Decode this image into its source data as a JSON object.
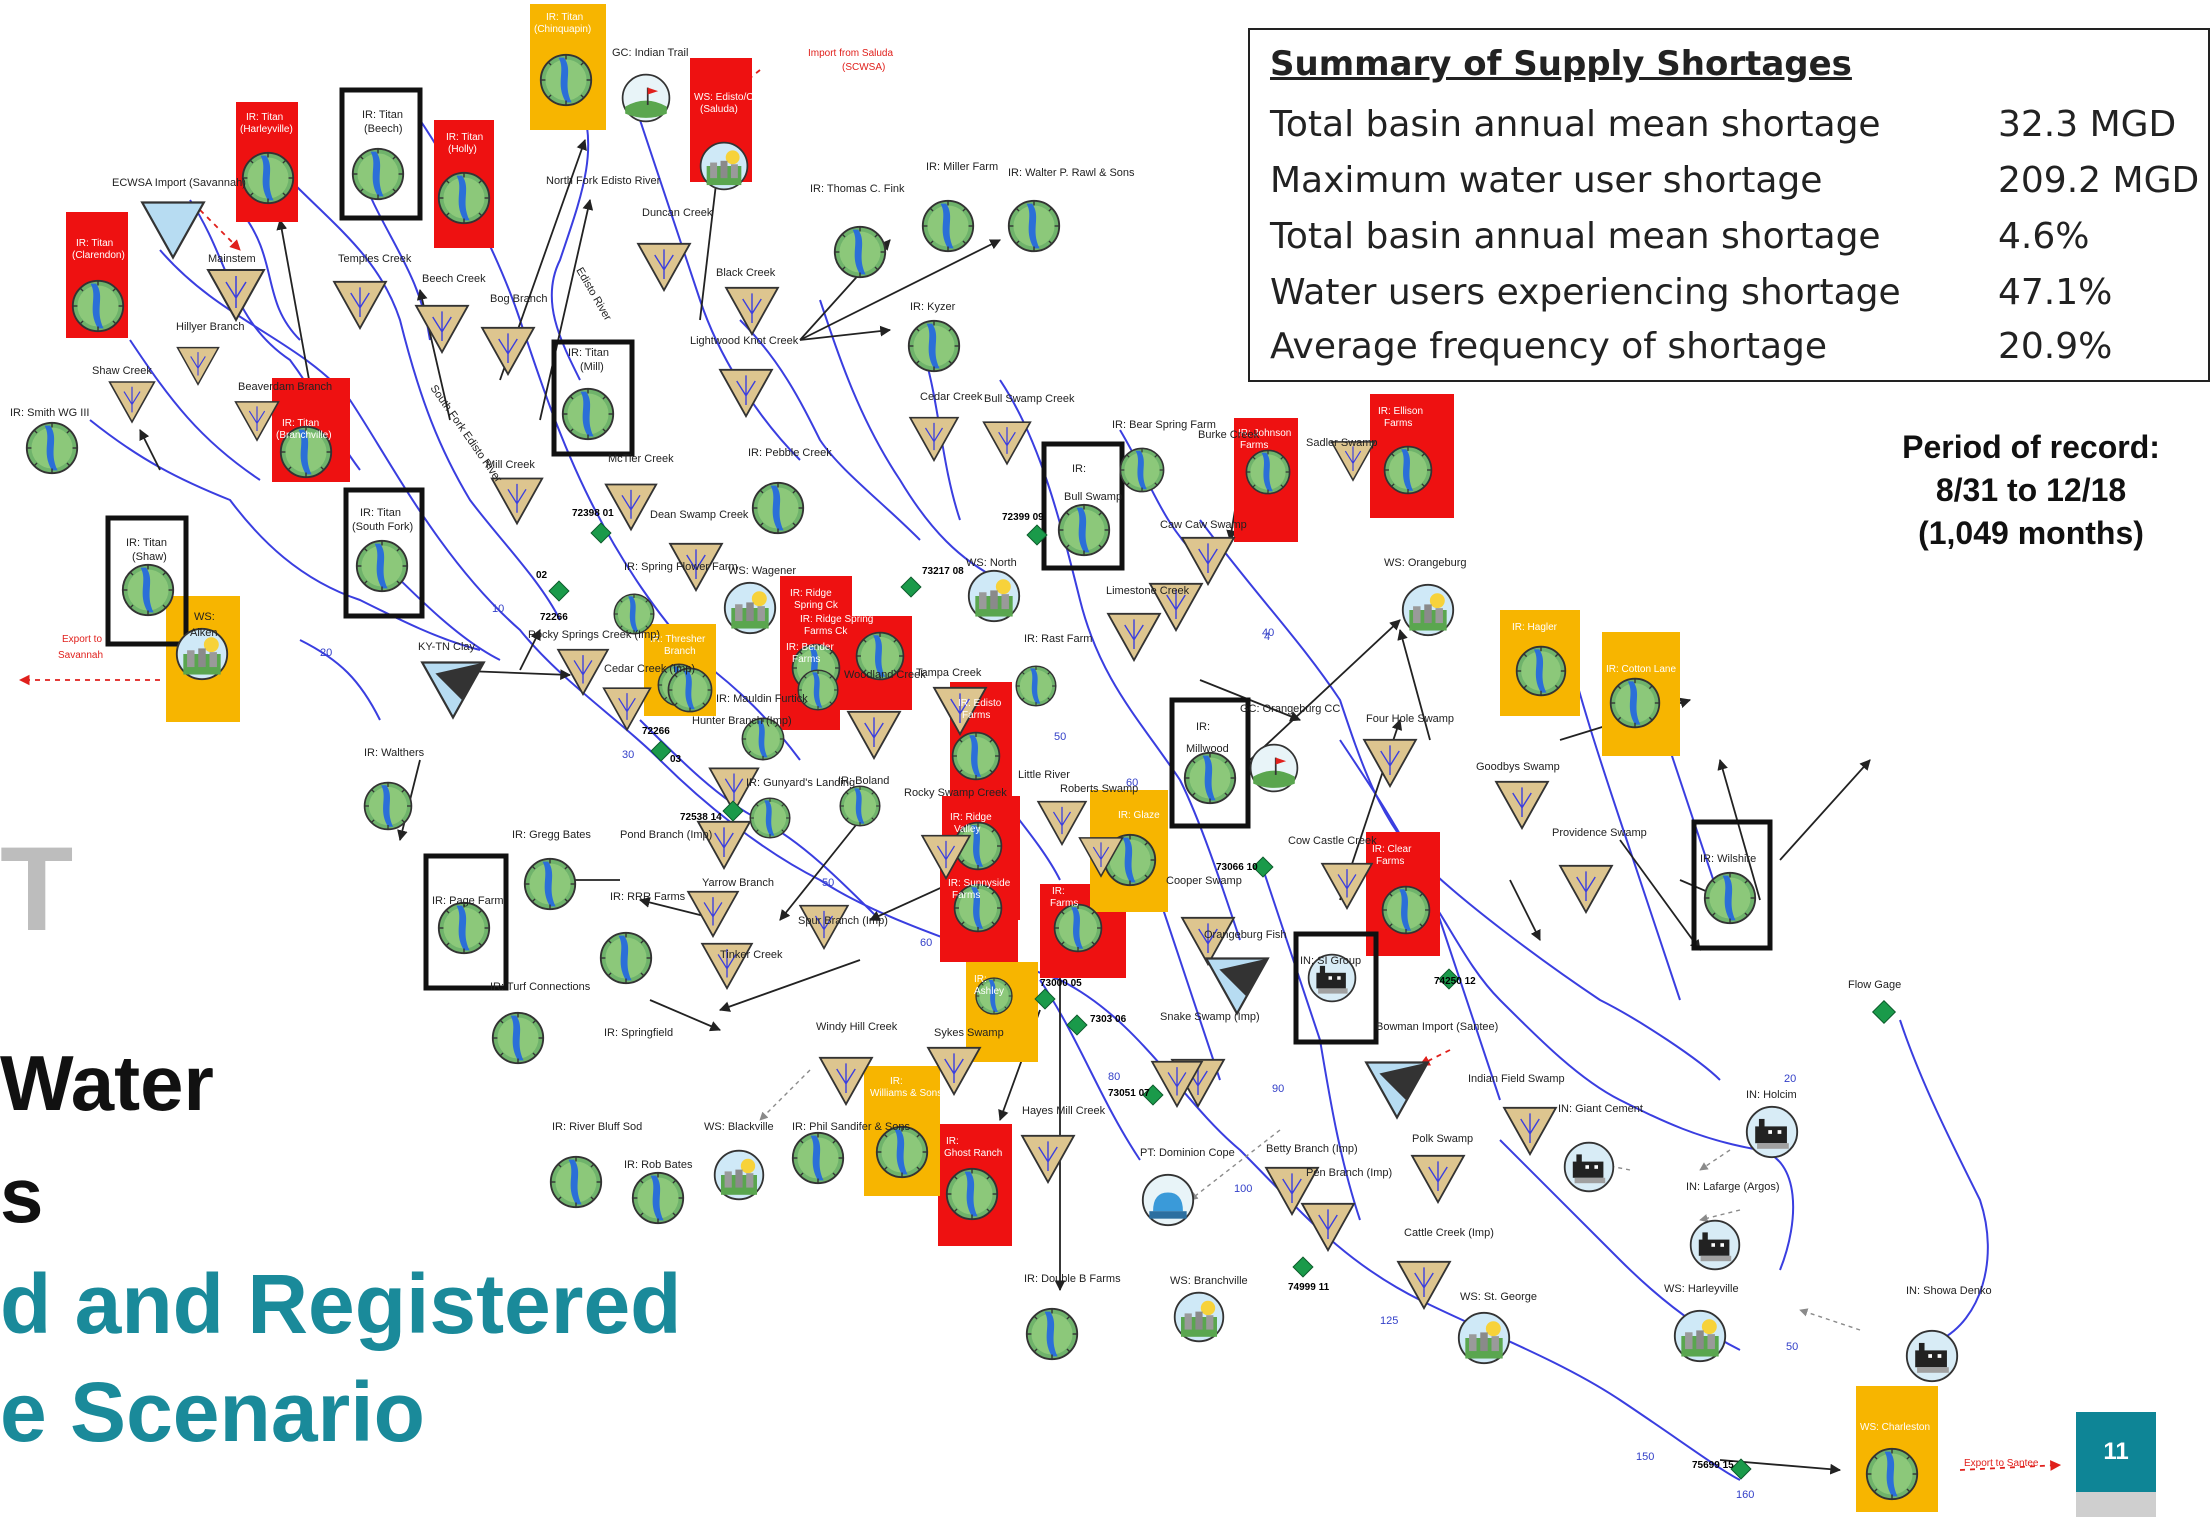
{
  "colors": {
    "river": "#3a3ee0",
    "accent_teal": "#1a8a9a",
    "shortage_red": "#ee1111",
    "gold": "#f7b500"
  },
  "slide": {
    "title_fragment_t": "T",
    "title_line1": "Water",
    "title_line2": "s",
    "subtitle_line1": "d and Registered",
    "subtitle_line2": "e Scenario",
    "page_number": "11"
  },
  "summary": {
    "title": "Summary of Supply Shortages",
    "rows": [
      {
        "label": "Total basin annual mean shortage",
        "value": "32.3 MGD"
      },
      {
        "label": "Maximum water user shortage",
        "value": "209.2 MGD"
      },
      {
        "label": "Total basin annual mean shortage",
        "value": "4.6%"
      },
      {
        "label": "Water users experiencing shortage",
        "value": "47.1%"
      },
      {
        "label": "Average frequency of shortage",
        "value": "20.9%"
      }
    ]
  },
  "period": {
    "line1": "Period of record:",
    "line2": "8/31 to 12/18",
    "line3": "(1,049 months)"
  },
  "annotations": {
    "import_saluda_1": "Import from Saluda",
    "import_saluda_2": "(SCWSA)",
    "export_savannah_1": "Export to",
    "export_savannah_2": "Savannah",
    "export_santee": "Export to Santee",
    "flow_gage": "Flow Gage"
  },
  "red_nodes": [
    {
      "l1": "IR: Titan",
      "l2": "(Clarendon)"
    },
    {
      "l1": "IR: Titan",
      "l2": "(Harleyville)"
    },
    {
      "l1": "IR: Titan",
      "l2": "(Holly)"
    },
    {
      "l1": "WS: Edisto/Crk",
      "l2": "(Saluda)"
    },
    {
      "l1": "IR: Titan",
      "l2": "(Branchville)"
    },
    {
      "l1": "IR: Ridge",
      "l2": "Spring Ck"
    },
    {
      "l1": "IR: Ridge Spring",
      "l2": "Farms Ck"
    },
    {
      "l1": "IR: Bender",
      "l2": "Farms"
    },
    {
      "l1": "IR: Edisto",
      "l2": "Farms"
    },
    {
      "l1": "IR: Ridge",
      "l2": "Valley"
    },
    {
      "l1": "IR: Sunnyside",
      "l2": "Farms"
    },
    {
      "l1": "IR:",
      "l2": "Farms"
    },
    {
      "l1": "IR: Johnson",
      "l2": "Farms"
    },
    {
      "l1": "IR: Ellison",
      "l2": "Farms"
    },
    {
      "l1": "IR: Clear",
      "l2": "Farms"
    },
    {
      "l1": "IR:",
      "l2": "Ghost Ranch"
    }
  ],
  "gold_nodes": [
    {
      "l1": "IR: Titan",
      "l2": "(Chinquapin)"
    },
    {
      "l1": "WS:",
      "l2": "Aiken"
    },
    {
      "l1": "IR: Thresher",
      "l2": "Branch"
    },
    {
      "l1": "IR:",
      "l2": "Ashley"
    },
    {
      "l1": "IR:",
      "l2": "Williams & Sons"
    },
    {
      "l1": "IR: Glaze",
      "l2": ""
    },
    {
      "l1": "IR: Hagler",
      "l2": ""
    },
    {
      "l1": "IR: Cotton Lane",
      "l2": ""
    },
    {
      "l1": "WS: Charleston",
      "l2": ""
    }
  ],
  "black_nodes": [
    {
      "l1": "IR: Titan",
      "l2": "(Beech)"
    },
    {
      "l1": "IR: Titan",
      "l2": "(Mill)"
    },
    {
      "l1": "IR: Titan",
      "l2": "(South Fork)"
    },
    {
      "l1": "IR: Titan",
      "l2": "(Shaw)"
    },
    {
      "l1": "IR:",
      "l2": "Bull Swamp"
    },
    {
      "l1": "IR:",
      "l2": "Millwood"
    },
    {
      "l1": "IR: Page Farm",
      "l2": ""
    },
    {
      "l1": "IR: Wilshire",
      "l2": ""
    },
    {
      "l1": "IN: SI Group",
      "l2": ""
    }
  ],
  "plain_labels": [
    "IR: Smith WG III",
    "Shaw Creek",
    "Hillyer Branch",
    "Mainstem",
    "ECWSA Import (Savannah)",
    "Temples Creek",
    "Beech Creek",
    "Bog Branch",
    "Beaverdam Branch",
    "Mill Creek",
    "McTier Creek",
    "North Fork Edisto River",
    "GC: Indian Trail",
    "Duncan Creek",
    "IR: Thomas C. Fink",
    "IR: Miller Farm",
    "IR: Walter P. Rawl & Sons",
    "Black Creek",
    "IR: Kyzer",
    "Lightwood Knot Creek",
    "Cedar Creek",
    "Bull Swamp Creek",
    "IR: Pebble Creek",
    "Dean Swamp Creek",
    "IR: Spring Flower Farm",
    "WS: Wagener",
    "WS: North",
    "IR: Rast Farm",
    "Tampa Creek",
    "Woodland Creek",
    "Rocky Springs Creek (Imp)",
    "Cedar Creek (Imp)",
    "KY-TN Clay",
    "IR: Walthers",
    "Hunter Branch (Imp)",
    "IR: Mauldin Furtick",
    "IR: Gunyard's Landing",
    "IR: Boland",
    "Rocky Swamp Creek",
    "Little River",
    "Roberts Swamp",
    "IR: Gregg Bates",
    "Pond Branch (Imp)",
    "Yarrow Branch",
    "IR: RRR Farms",
    "Tinker Creek",
    "Spur Branch (Imp)",
    "IR: Turf Connections",
    "IR: Springfield",
    "Windy Hill Creek",
    "Sykes Swamp",
    "IR: River Bluff Sod",
    "WS: Blackville",
    "IR: Phil Sandifer & Sons",
    "IR: Rob Bates",
    "Hayes Mill Creek",
    "PT: Dominion Cope",
    "IR: Double B Farms",
    "WS: Branchville",
    "IR: Bear Spring Farm",
    "Burke Creek",
    "Sadler Swamp",
    "Caw Caw Swamp",
    "Limestone Creek",
    "GC: Orangeburg CC",
    "WS: Orangeburg",
    "Four Hole Swamp",
    "Goodbys Swamp",
    "Providence Swamp",
    "Cow Castle Creek",
    "Cooper Swamp",
    "Orangeburg Fish",
    "Snake Swamp (Imp)",
    "Bowman Import (Santee)",
    "Indian Field Swamp",
    "Polk Swamp",
    "Betty Branch (Imp)",
    "Pen Branch (Imp)",
    "Cattle Creek (Imp)",
    "WS: St. George",
    "IN: Giant Cement",
    "IN: Holcim",
    "IN: Lafarge (Argos)",
    "WS: Harleyville",
    "IN: Showa Denko",
    "South Fork Edisto River",
    "Edisto River"
  ],
  "gages": [
    "72398 01",
    "02",
    "72266",
    "72266",
    "03",
    "72538 14",
    "72399 09",
    "73217 08",
    "73000 05",
    "7303 06",
    "73051 07",
    "73066 10",
    "74250 12",
    "74999 11",
    "75699 15"
  ],
  "flow_numbers": [
    "10",
    "20",
    "30",
    "40",
    "50",
    "50",
    "60",
    "60",
    "80",
    "90",
    "100",
    "125",
    "150",
    "160",
    "4",
    "20",
    "50"
  ]
}
